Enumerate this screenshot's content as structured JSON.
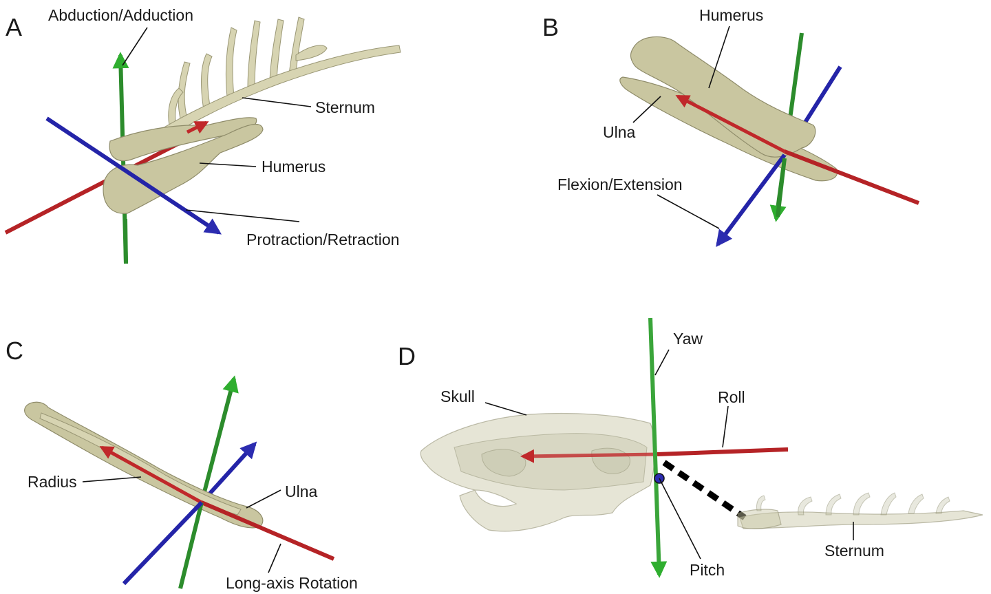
{
  "panels": {
    "a": {
      "letter": "A",
      "labels": {
        "abduction": "Abduction/Adduction",
        "sternum": "Sternum",
        "humerus": "Humerus",
        "protraction": "Protraction/Retraction"
      }
    },
    "b": {
      "letter": "B",
      "labels": {
        "humerus": "Humerus",
        "ulna": "Ulna",
        "flexion": "Flexion/Extension"
      }
    },
    "c": {
      "letter": "C",
      "labels": {
        "radius": "Radius",
        "ulna": "Ulna",
        "longaxis": "Long-axis Rotation"
      }
    },
    "d": {
      "letter": "D",
      "labels": {
        "yaw": "Yaw",
        "skull": "Skull",
        "roll": "Roll",
        "pitch": "Pitch",
        "sternum": "Sternum"
      }
    }
  },
  "colors": {
    "x_axis": "#c0282a",
    "y_axis": "#2b8a2b",
    "z_axis": "#2c2cb0",
    "bone": "#c9c6a0",
    "joint_link": "#000000"
  }
}
